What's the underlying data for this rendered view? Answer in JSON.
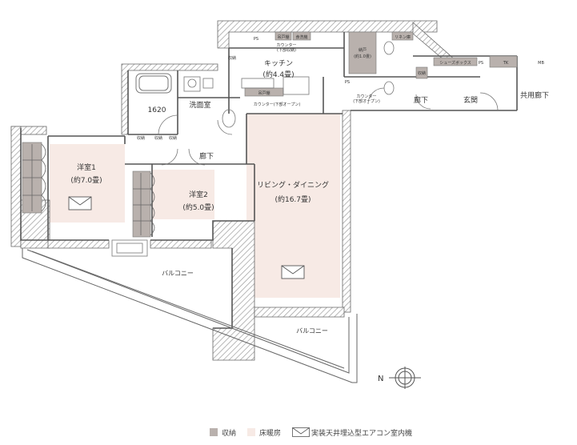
{
  "rooms": {
    "western1": {
      "name": "洋室1",
      "size": "(約7.0畳)"
    },
    "western2": {
      "name": "洋室2",
      "size": "(約5.0畳)"
    },
    "living": {
      "name": "リビング・ダイニング",
      "size": "(約16.7畳)"
    },
    "kitchen": {
      "name": "キッチン",
      "size": "(約4.4畳)"
    },
    "bath": "1620",
    "washroom": "洗面室",
    "hall_inner": "廊下",
    "hall_entry": "廊下",
    "entrance": "玄関",
    "shared_corridor": "共用廊下",
    "balcony_left": "バルコニー",
    "balcony_right": "バルコニー"
  },
  "fixtures": {
    "storage": "収納",
    "hanging_cabinet": "吊戸棚",
    "dishwasher": "食洗機",
    "counter_kitchen": [
      "カウンター",
      "(下部収納)"
    ],
    "counter_kitchen_lower": "カウンター(下部オープン)",
    "closet": "納戸",
    "closet_size": "(約1.0畳)",
    "counter_entry": [
      "カウンター",
      "(下部オープン)"
    ],
    "shoe_box": "シューズボックス",
    "ps": "PS",
    "tk": "TK",
    "mb": "MB",
    "linen": "リネン庫"
  },
  "compass": "N",
  "legend": {
    "storage": "収納",
    "floor_heating": "床暖房",
    "ac": "天井埋込型エアコン室内機",
    "ac_prefix": "実装"
  },
  "colors": {
    "wall": "#555555",
    "storage_fill": "#b9b1ad",
    "floor_heat_fill": "#f7eae5",
    "hatch": "#999999"
  }
}
